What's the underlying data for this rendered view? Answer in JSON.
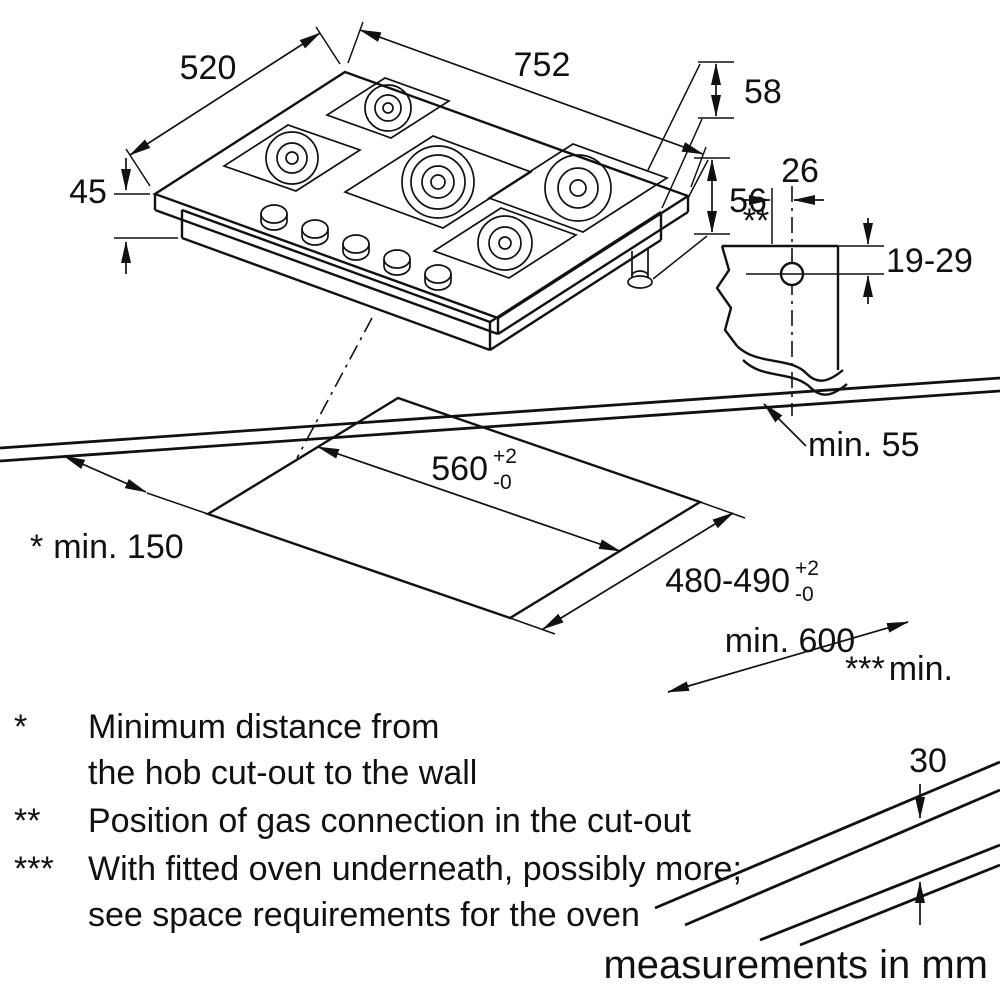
{
  "dims": {
    "hob_width": "752",
    "hob_depth": "520",
    "hob_height": "45",
    "gas_offset_vert": "58",
    "gas_offset_depth": "56",
    "gas_detail_offset": "26",
    "gas_detail_marker": "**",
    "gas_detail_range": "19-29",
    "cutout_width": "560",
    "cutout_depth": "480-490",
    "tol_plus": "+2",
    "tol_minus": "-0",
    "rear_clearance": "min. 55",
    "wall_marker": "*",
    "wall_clearance": "min. 150",
    "worktop_depth": "min. 600",
    "oven_marker": "***",
    "oven_min": "min.",
    "oven_value": "30"
  },
  "footnotes": [
    {
      "symbol": "*",
      "line1": "Minimum distance from",
      "line2": "the hob cut-out to the wall"
    },
    {
      "symbol": "**",
      "line1": "Position of gas connection in the cut-out"
    },
    {
      "symbol": "***",
      "line1": "With fitted oven underneath, possibly more;",
      "line2": "see space requirements for the oven"
    }
  ],
  "units_note": "measurements in mm"
}
